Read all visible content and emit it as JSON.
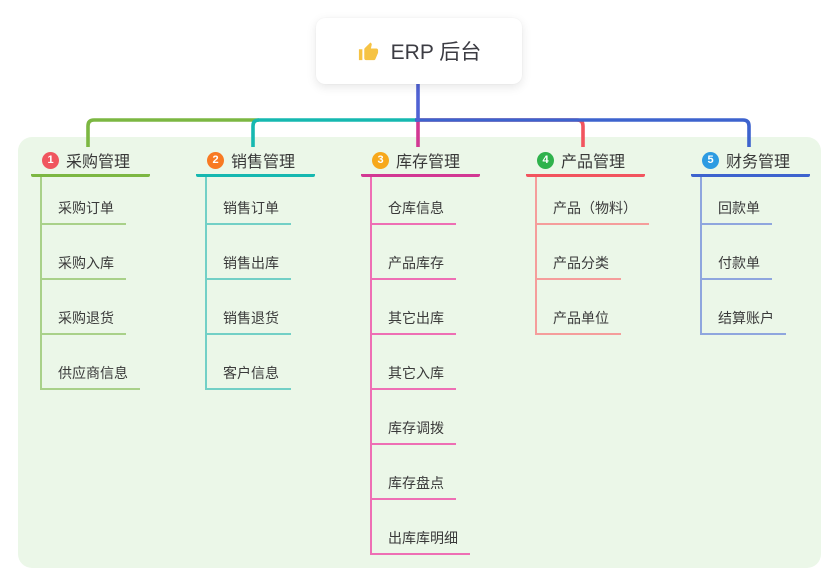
{
  "root": {
    "title": "ERP 后台",
    "icon": "thumbs-up-icon"
  },
  "palette": {
    "root_stub": "#5062D4",
    "panel_bg": "#EBF7E8",
    "node_bg": "#FFFFFF",
    "text": "#3A3A3A"
  },
  "branches": [
    {
      "badge": "1",
      "label": "采购管理",
      "badge_color": "#F0565F",
      "line_color": "#7CB742",
      "child_line_color": "#A9D189",
      "children": [
        "采购订单",
        "采购入库",
        "采购退货",
        "供应商信息"
      ]
    },
    {
      "badge": "2",
      "label": "销售管理",
      "badge_color": "#F87A23",
      "line_color": "#16B8B0",
      "child_line_color": "#72D0C6",
      "children": [
        "销售订单",
        "销售出库",
        "销售退货",
        "客户信息"
      ]
    },
    {
      "badge": "3",
      "label": "库存管理",
      "badge_color": "#F7A81B",
      "line_color": "#D23893",
      "child_line_color": "#EE6FB4",
      "children": [
        "仓库信息",
        "产品库存",
        "其它出库",
        "其它入库",
        "库存调拨",
        "库存盘点",
        "出库库明细"
      ]
    },
    {
      "badge": "4",
      "label": "产品管理",
      "badge_color": "#2FB24C",
      "line_color": "#F2545E",
      "child_line_color": "#F59D9B",
      "children": [
        "产品（物料）",
        "产品分类",
        "产品单位"
      ]
    },
    {
      "badge": "5",
      "label": "财务管理",
      "badge_color": "#2D9BE2",
      "line_color": "#3D63CE",
      "child_line_color": "#8FA6DE",
      "children": [
        "回款单",
        "付款单",
        "结算账户"
      ]
    }
  ]
}
